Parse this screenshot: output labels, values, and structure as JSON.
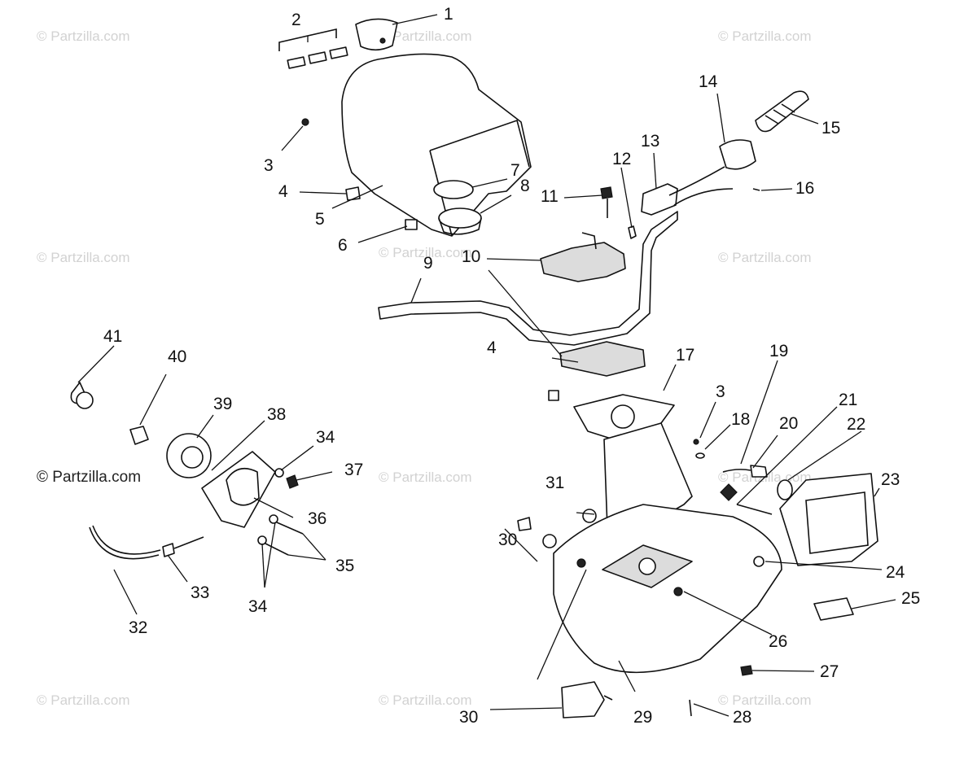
{
  "watermark": {
    "text": "© Partzilla.com",
    "color": "#d2d2d2",
    "strong_color": "#222222"
  },
  "callouts": [
    "1",
    "2",
    "3",
    "4",
    "5",
    "6",
    "7",
    "8",
    "9",
    "10",
    "11",
    "12",
    "13",
    "14",
    "15",
    "16",
    "17",
    "3",
    "18",
    "19",
    "20",
    "21",
    "22",
    "23",
    "24",
    "25",
    "26",
    "27",
    "28",
    "29",
    "30",
    "30",
    "31",
    "4",
    "32",
    "33",
    "34",
    "34",
    "35",
    "36",
    "37",
    "38",
    "39",
    "40",
    "41"
  ]
}
